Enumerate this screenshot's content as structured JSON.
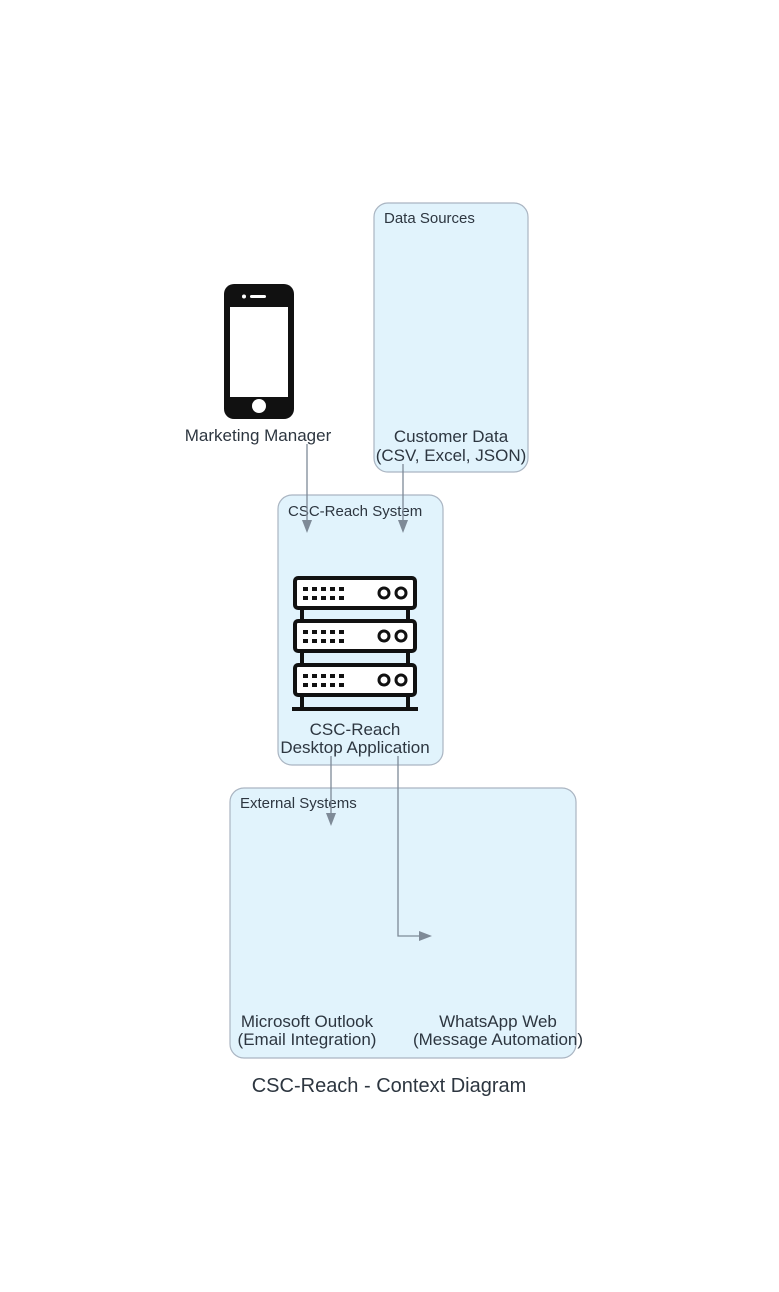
{
  "diagram": {
    "title": "CSC-Reach - Context Diagram",
    "clusters": {
      "data_sources": "Data Sources",
      "csc_reach_system": "CSC-Reach System",
      "external_systems": "External Systems"
    },
    "nodes": {
      "marketing_manager": {
        "label": "Marketing Manager",
        "icon": "mobile-phone-icon"
      },
      "customer_data": {
        "line1": "Customer Data",
        "line2": "(CSV, Excel, JSON)"
      },
      "desktop_app": {
        "line1": "CSC-Reach",
        "line2": "Desktop Application",
        "icon": "server-rack-icon"
      },
      "outlook": {
        "line1": "Microsoft Outlook",
        "line2": "(Email Integration)"
      },
      "whatsapp": {
        "line1": "WhatsApp Web",
        "line2": "(Message Automation)"
      }
    },
    "edges": [
      {
        "from": "Marketing Manager",
        "to": "CSC-Reach Desktop Application"
      },
      {
        "from": "Customer Data",
        "to": "CSC-Reach Desktop Application"
      },
      {
        "from": "CSC-Reach Desktop Application",
        "to": "Microsoft Outlook"
      },
      {
        "from": "CSC-Reach Desktop Application",
        "to": "WhatsApp Web"
      }
    ],
    "colors": {
      "cluster_fill": "#e1f3fc",
      "cluster_border": "#aab5c2",
      "edge": "#7e8a97",
      "text": "#2d3640",
      "icon": "#111111"
    }
  }
}
